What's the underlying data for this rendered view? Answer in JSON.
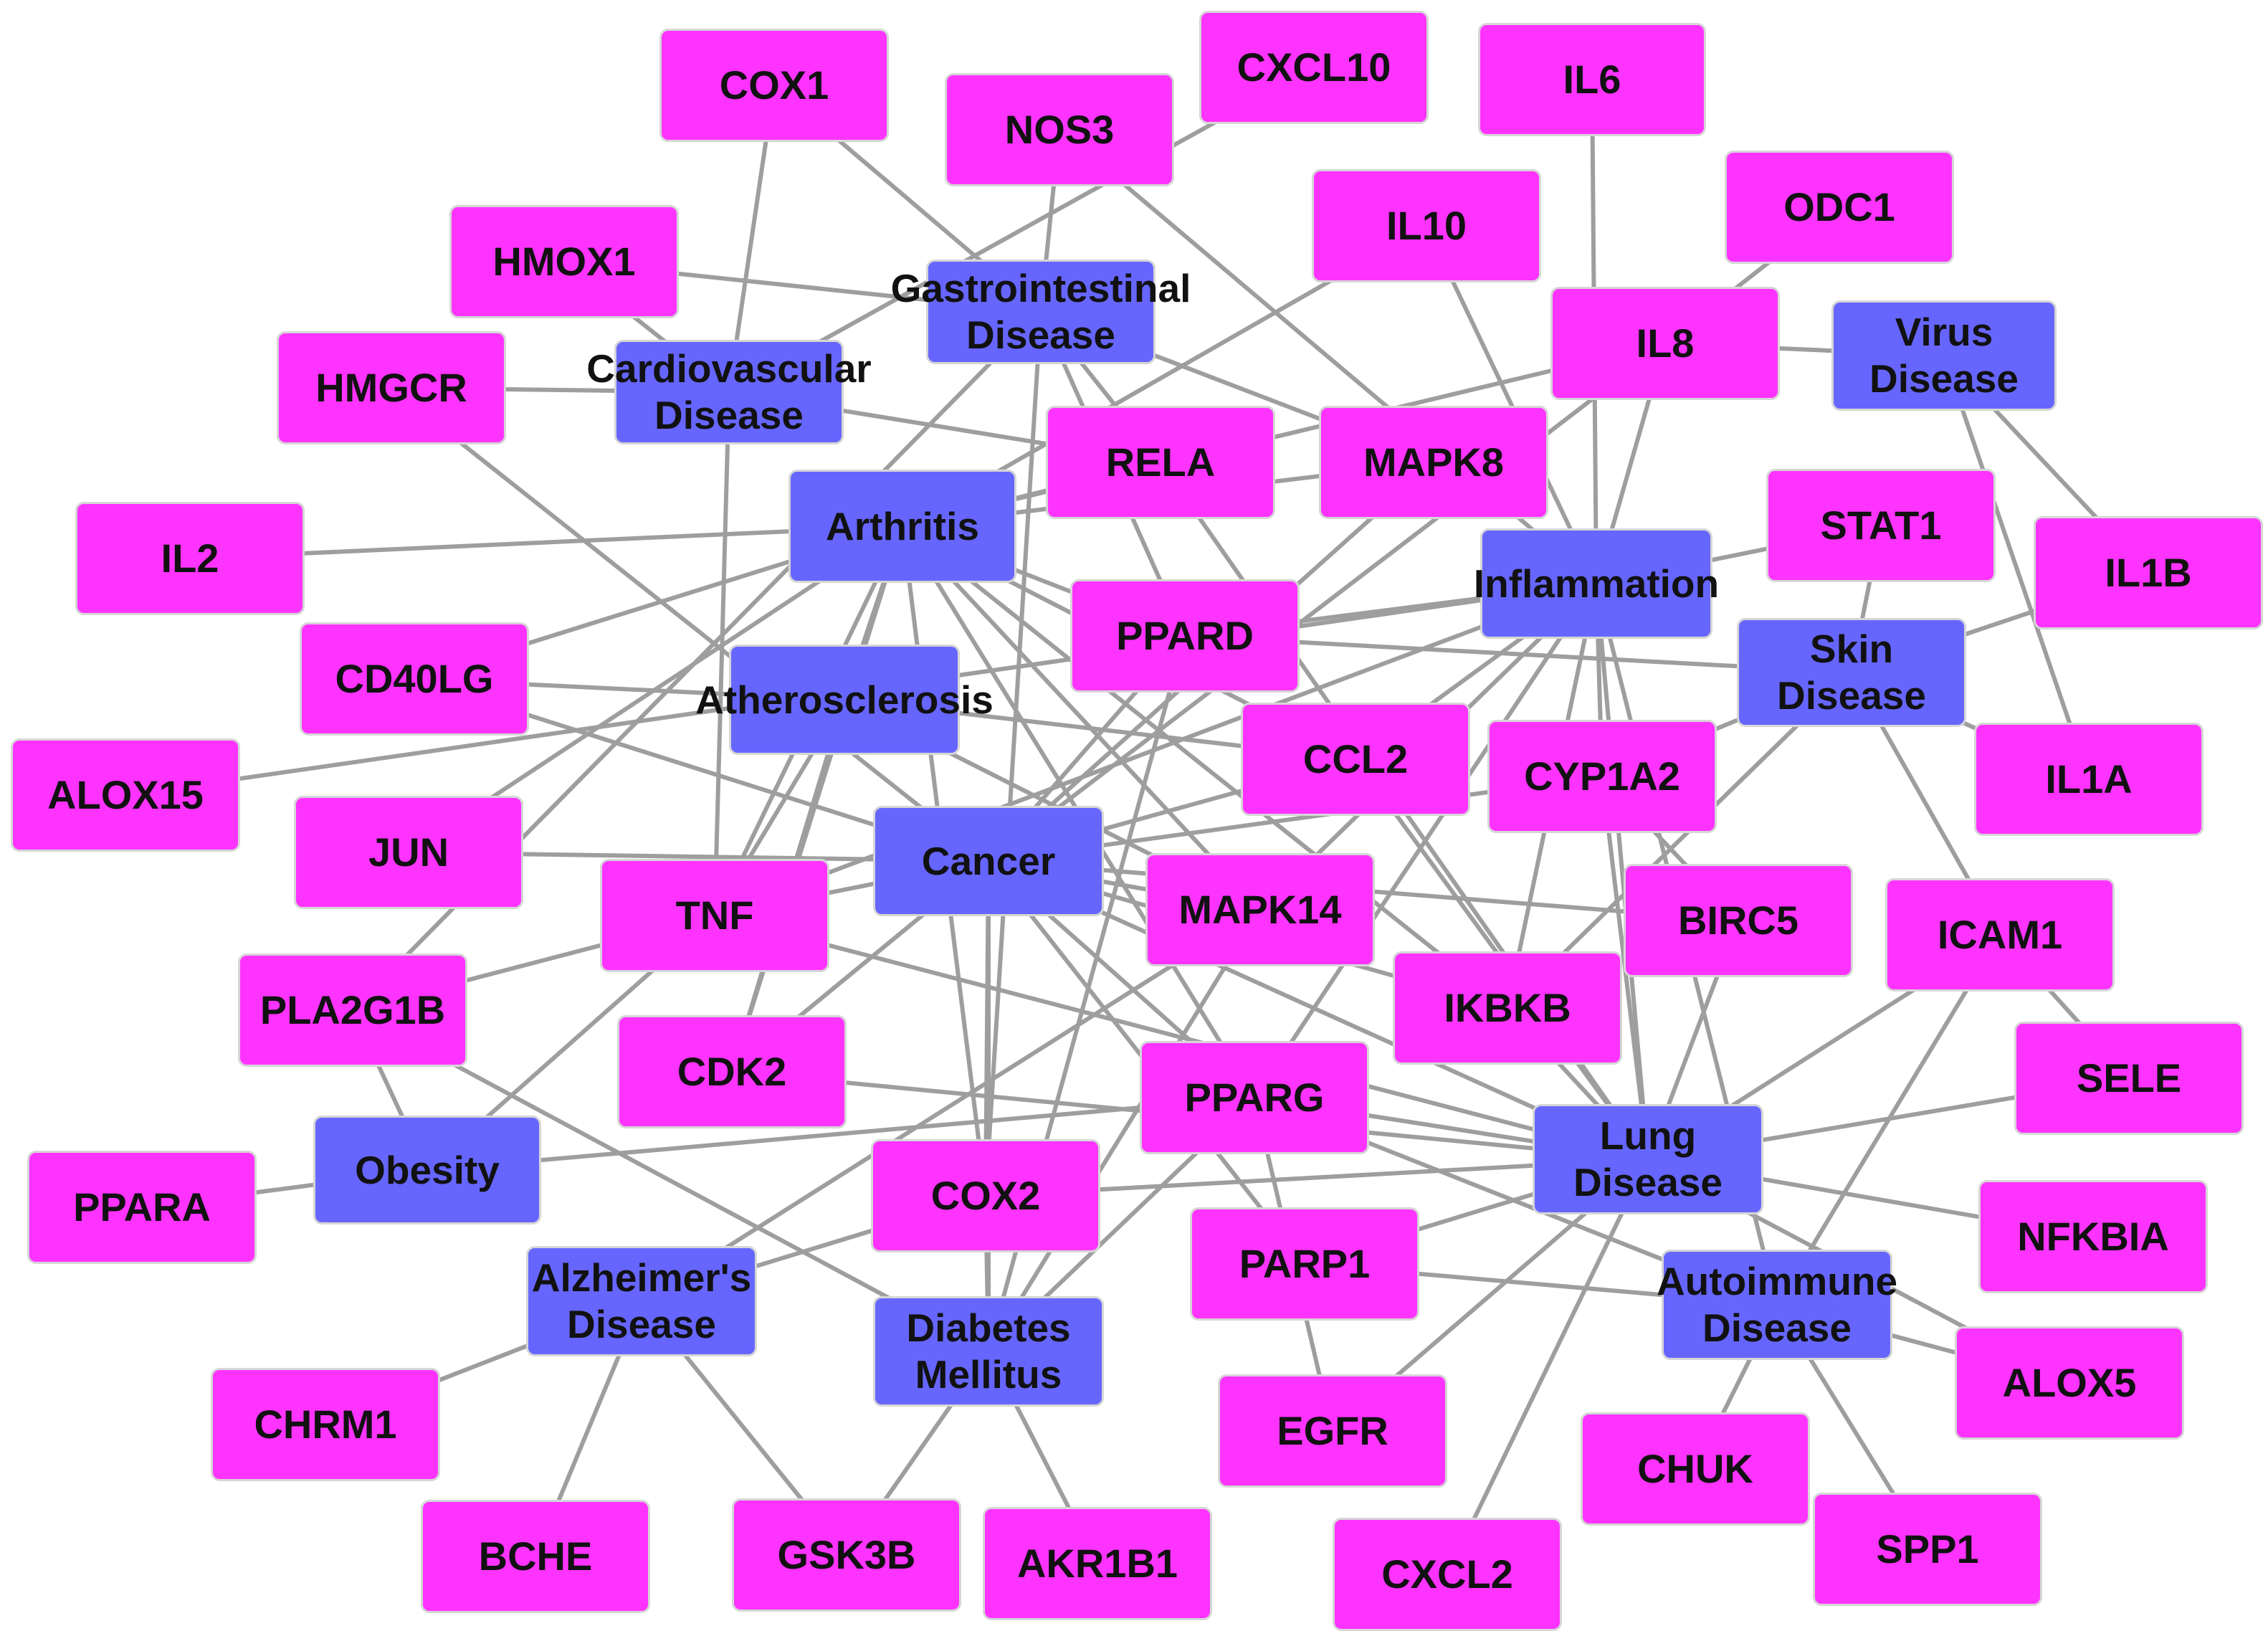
{
  "colors": {
    "gene_fill": "#ff33ff",
    "disease_fill": "#6666ff",
    "edge": "#9e9e9e",
    "node_border": "#d6d6d6",
    "label": "#111111"
  },
  "network": {
    "diseases": [
      {
        "id": "gastrointestinal",
        "label": "Gastrointestinal\nDisease"
      },
      {
        "id": "cardiovascular",
        "label": "Cardiovascular\nDisease"
      },
      {
        "id": "virus",
        "label": "Virus Disease"
      },
      {
        "id": "arthritis",
        "label": "Arthritis"
      },
      {
        "id": "inflammation",
        "label": "Inflammation"
      },
      {
        "id": "skin",
        "label": "Skin Disease"
      },
      {
        "id": "atherosclerosis",
        "label": "Atherosclerosis"
      },
      {
        "id": "cancer",
        "label": "Cancer"
      },
      {
        "id": "obesity",
        "label": "Obesity"
      },
      {
        "id": "lung",
        "label": "Lung Disease"
      },
      {
        "id": "alzheimers",
        "label": "Alzheimer's\nDisease"
      },
      {
        "id": "diabetes",
        "label": "Diabetes Mellitus"
      },
      {
        "id": "autoimmune",
        "label": "Autoimmune\nDisease"
      }
    ],
    "genes": [
      {
        "id": "COX1",
        "label": "COX1"
      },
      {
        "id": "CXCL10",
        "label": "CXCL10"
      },
      {
        "id": "IL6",
        "label": "IL6"
      },
      {
        "id": "NOS3",
        "label": "NOS3"
      },
      {
        "id": "ODC1",
        "label": "ODC1"
      },
      {
        "id": "IL10",
        "label": "IL10"
      },
      {
        "id": "HMOX1",
        "label": "HMOX1"
      },
      {
        "id": "IL8",
        "label": "IL8"
      },
      {
        "id": "HMGCR",
        "label": "HMGCR"
      },
      {
        "id": "RELA",
        "label": "RELA"
      },
      {
        "id": "MAPK8",
        "label": "MAPK8"
      },
      {
        "id": "STAT1",
        "label": "STAT1"
      },
      {
        "id": "IL2",
        "label": "IL2"
      },
      {
        "id": "IL1B",
        "label": "IL1B"
      },
      {
        "id": "PPARD",
        "label": "PPARD"
      },
      {
        "id": "CD40LG",
        "label": "CD40LG"
      },
      {
        "id": "CCL2",
        "label": "CCL2"
      },
      {
        "id": "CYP1A2",
        "label": "CYP1A2"
      },
      {
        "id": "IL1A",
        "label": "IL1A"
      },
      {
        "id": "ALOX15",
        "label": "ALOX15"
      },
      {
        "id": "JUN",
        "label": "JUN"
      },
      {
        "id": "TNF",
        "label": "TNF"
      },
      {
        "id": "MAPK14",
        "label": "MAPK14"
      },
      {
        "id": "BIRC5",
        "label": "BIRC5"
      },
      {
        "id": "ICAM1",
        "label": "ICAM1"
      },
      {
        "id": "PLA2G1B",
        "label": "PLA2G1B"
      },
      {
        "id": "IKBKB",
        "label": "IKBKB"
      },
      {
        "id": "CDK2",
        "label": "CDK2"
      },
      {
        "id": "PPARG",
        "label": "PPARG"
      },
      {
        "id": "SELE",
        "label": "SELE"
      },
      {
        "id": "PPARA",
        "label": "PPARA"
      },
      {
        "id": "COX2",
        "label": "COX2"
      },
      {
        "id": "NFKBIA",
        "label": "NFKBIA"
      },
      {
        "id": "PARP1",
        "label": "PARP1"
      },
      {
        "id": "CHRM1",
        "label": "CHRM1"
      },
      {
        "id": "EGFR",
        "label": "EGFR"
      },
      {
        "id": "ALOX5",
        "label": "ALOX5"
      },
      {
        "id": "CHUK",
        "label": "CHUK"
      },
      {
        "id": "BCHE",
        "label": "BCHE"
      },
      {
        "id": "GSK3B",
        "label": "GSK3B"
      },
      {
        "id": "AKR1B1",
        "label": "AKR1B1"
      },
      {
        "id": "SPP1",
        "label": "SPP1"
      },
      {
        "id": "CXCL2",
        "label": "CXCL2"
      }
    ],
    "edges": [
      [
        "COX1",
        "cardiovascular"
      ],
      [
        "COX1",
        "gastrointestinal"
      ],
      [
        "CXCL10",
        "cardiovascular"
      ],
      [
        "NOS3",
        "gastrointestinal"
      ],
      [
        "NOS3",
        "inflammation"
      ],
      [
        "HMOX1",
        "gastrointestinal"
      ],
      [
        "HMOX1",
        "cardiovascular"
      ],
      [
        "HMGCR",
        "cardiovascular"
      ],
      [
        "HMGCR",
        "cancer"
      ],
      [
        "IL2",
        "arthritis"
      ],
      [
        "IL10",
        "arthritis"
      ],
      [
        "IL10",
        "inflammation"
      ],
      [
        "IL6",
        "inflammation"
      ],
      [
        "ODC1",
        "IL8"
      ],
      [
        "IL8",
        "virus"
      ],
      [
        "IL8",
        "arthritis"
      ],
      [
        "IL8",
        "inflammation"
      ],
      [
        "IL8",
        "cancer"
      ],
      [
        "RELA",
        "cardiovascular"
      ],
      [
        "RELA",
        "gastrointestinal"
      ],
      [
        "RELA",
        "lung"
      ],
      [
        "RELA",
        "arthritis"
      ],
      [
        "MAPK8",
        "gastrointestinal"
      ],
      [
        "MAPK8",
        "arthritis"
      ],
      [
        "MAPK8",
        "cancer"
      ],
      [
        "STAT1",
        "inflammation"
      ],
      [
        "STAT1",
        "skin"
      ],
      [
        "IL1B",
        "skin"
      ],
      [
        "IL1B",
        "virus"
      ],
      [
        "IL1A",
        "skin"
      ],
      [
        "IL1A",
        "virus"
      ],
      [
        "PPARD",
        "inflammation"
      ],
      [
        "PPARD",
        "skin"
      ],
      [
        "PPARD",
        "arthritis"
      ],
      [
        "PPARD",
        "cancer"
      ],
      [
        "PPARD",
        "diabetes"
      ],
      [
        "PPARD",
        "gastrointestinal"
      ],
      [
        "CD40LG",
        "atherosclerosis"
      ],
      [
        "CD40LG",
        "cancer"
      ],
      [
        "CD40LG",
        "arthritis"
      ],
      [
        "ALOX15",
        "inflammation"
      ],
      [
        "JUN",
        "cancer"
      ],
      [
        "JUN",
        "arthritis"
      ],
      [
        "TNF",
        "cardiovascular"
      ],
      [
        "TNF",
        "arthritis"
      ],
      [
        "TNF",
        "atherosclerosis"
      ],
      [
        "TNF",
        "cancer"
      ],
      [
        "TNF",
        "inflammation"
      ],
      [
        "TNF",
        "obesity"
      ],
      [
        "TNF",
        "lung"
      ],
      [
        "PLA2G1B",
        "TNF"
      ],
      [
        "PLA2G1B",
        "diabetes"
      ],
      [
        "PLA2G1B",
        "obesity"
      ],
      [
        "PLA2G1B",
        "gastrointestinal"
      ],
      [
        "CDK2",
        "cancer"
      ],
      [
        "CDK2",
        "lung"
      ],
      [
        "CDK2",
        "arthritis"
      ],
      [
        "CDK2",
        "atherosclerosis"
      ],
      [
        "CCL2",
        "inflammation"
      ],
      [
        "CCL2",
        "atherosclerosis"
      ],
      [
        "CCL2",
        "arthritis"
      ],
      [
        "CCL2",
        "lung"
      ],
      [
        "CCL2",
        "cancer"
      ],
      [
        "CYP1A2",
        "cancer"
      ],
      [
        "CYP1A2",
        "inflammation"
      ],
      [
        "CYP1A2",
        "lung"
      ],
      [
        "CYP1A2",
        "skin"
      ],
      [
        "MAPK14",
        "cancer"
      ],
      [
        "MAPK14",
        "arthritis"
      ],
      [
        "MAPK14",
        "inflammation"
      ],
      [
        "MAPK14",
        "atherosclerosis"
      ],
      [
        "MAPK14",
        "alzheimers"
      ],
      [
        "MAPK14",
        "diabetes"
      ],
      [
        "BIRC5",
        "cancer"
      ],
      [
        "BIRC5",
        "CYP1A2"
      ],
      [
        "BIRC5",
        "lung"
      ],
      [
        "ICAM1",
        "lung"
      ],
      [
        "ICAM1",
        "skin"
      ],
      [
        "ICAM1",
        "autoimmune"
      ],
      [
        "SELE",
        "lung"
      ],
      [
        "SELE",
        "ICAM1"
      ],
      [
        "IKBKB",
        "cancer"
      ],
      [
        "IKBKB",
        "arthritis"
      ],
      [
        "IKBKB",
        "skin"
      ],
      [
        "IKBKB",
        "lung"
      ],
      [
        "IKBKB",
        "inflammation"
      ],
      [
        "PPARG",
        "cancer"
      ],
      [
        "PPARG",
        "arthritis"
      ],
      [
        "PPARG",
        "lung"
      ],
      [
        "PPARG",
        "autoimmune"
      ],
      [
        "PPARG",
        "inflammation"
      ],
      [
        "PPARG",
        "obesity"
      ],
      [
        "PPARG",
        "diabetes"
      ],
      [
        "PPARA",
        "obesity"
      ],
      [
        "COX2",
        "cancer"
      ],
      [
        "COX2",
        "lung"
      ],
      [
        "COX2",
        "alzheimers"
      ],
      [
        "COX2",
        "diabetes"
      ],
      [
        "COX2",
        "arthritis"
      ],
      [
        "COX2",
        "gastrointestinal"
      ],
      [
        "NFKBIA",
        "lung"
      ],
      [
        "PARP1",
        "lung"
      ],
      [
        "PARP1",
        "autoimmune"
      ],
      [
        "PARP1",
        "cancer"
      ],
      [
        "EGFR",
        "lung"
      ],
      [
        "EGFR",
        "PPARG"
      ],
      [
        "ALOX5",
        "autoimmune"
      ],
      [
        "ALOX5",
        "lung"
      ],
      [
        "CHUK",
        "autoimmune"
      ],
      [
        "SPP1",
        "autoimmune"
      ],
      [
        "CXCL2",
        "lung"
      ],
      [
        "CHRM1",
        "alzheimers"
      ],
      [
        "BCHE",
        "alzheimers"
      ],
      [
        "GSK3B",
        "alzheimers"
      ],
      [
        "GSK3B",
        "diabetes"
      ],
      [
        "AKR1B1",
        "diabetes"
      ],
      [
        "lung",
        "inflammation"
      ],
      [
        "lung",
        "cancer"
      ],
      [
        "autoimmune",
        "inflammation"
      ],
      [
        "atherosclerosis",
        "arthritis"
      ],
      [
        "diabetes",
        "cancer"
      ]
    ]
  }
}
